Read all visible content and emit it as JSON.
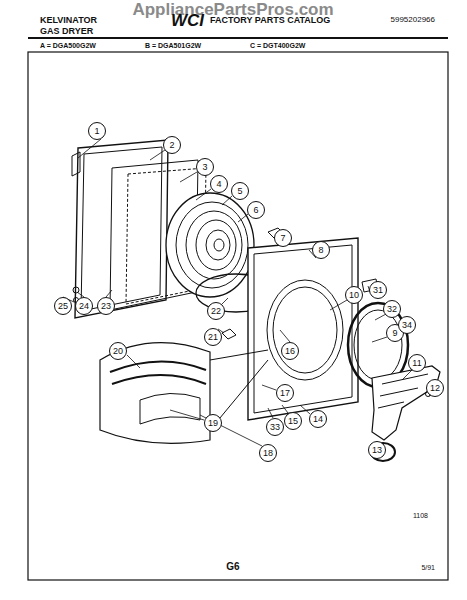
{
  "diagram": {
    "nodes": [
      {
        "text": [
          "1"
        ]
      },
      {
        "text": [
          "2"
        ]
      },
      {
        "text": [
          "3"
        ]
      },
      {
        "text": [
          "4"
        ]
      },
      {
        "text": [
          "5"
        ]
      },
      {
        "text": [
          "6"
        ]
      },
      {
        "text": [
          "7"
        ]
      },
      {
        "text": [
          "8"
        ]
      },
      {
        "text": [
          "9"
        ]
      },
      {
        "text": [
          "10"
        ]
      },
      {
        "text": [
          "11"
        ]
      },
      {
        "text": [
          "12"
        ]
      },
      {
        "text": [
          "13"
        ]
      },
      {
        "text": [
          "14"
        ]
      },
      {
        "text": [
          "15"
        ]
      },
      {
        "text": [
          "16"
        ]
      },
      {
        "text": [
          "17"
        ]
      },
      {
        "text": [
          "18"
        ]
      },
      {
        "text": [
          "19"
        ]
      },
      {
        "text": [
          "20"
        ]
      },
      {
        "text": [
          "21"
        ]
      },
      {
        "text": [
          "22"
        ]
      },
      {
        "text": [
          "23"
        ]
      },
      {
        "text": [
          "24"
        ]
      },
      {
        "text": [
          "25"
        ]
      },
      {
        "text": [
          "31"
        ]
      },
      {
        "text": [
          "32"
        ]
      },
      {
        "text": [
          "33"
        ]
      },
      {
        "text": [
          "34"
        ]
      }
    ],
    "labels": [
      "AppliancePartsPros.com",
      "KELVINATOR",
      "GAS DRYER",
      "WCI",
      "FACTORY PARTS CATALOG",
      "5995202966",
      "A = DGA500G2W",
      "B = DGA501G2W",
      "C = DGT400G2W",
      "1108",
      "G6",
      "5/91"
    ]
  }
}
